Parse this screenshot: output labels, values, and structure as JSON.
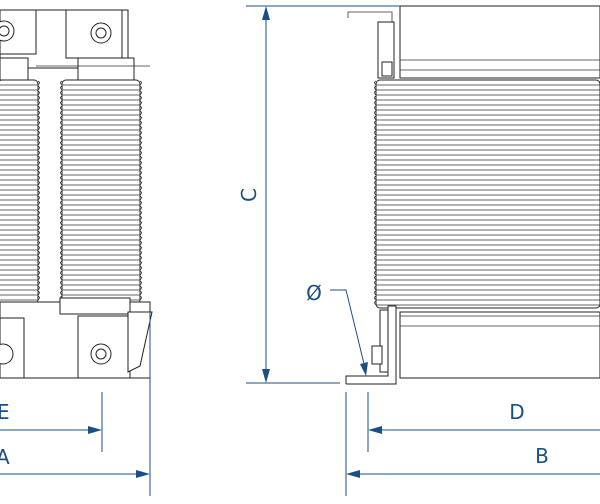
{
  "diagram": {
    "labels": {
      "e": "E",
      "a": "A",
      "c": "C",
      "d": "D",
      "b": "B",
      "phi": "Ø"
    },
    "colors": {
      "dimension": "#1a4f86",
      "outline": "#222222",
      "background": "#ffffff"
    }
  }
}
